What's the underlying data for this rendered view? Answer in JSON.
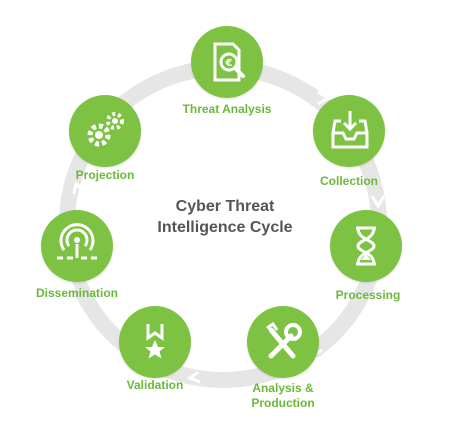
{
  "title_line1": "Cyber Threat",
  "title_line2": "Intelligence Cycle",
  "accent_color": "#7dc242",
  "label_color": "#6cb83a",
  "ring_color": "#e6e6e6",
  "steps": [
    {
      "label": "Threat Analysis",
      "icon": "search-receipt-icon"
    },
    {
      "label": "Collection",
      "icon": "inbox-download-icon"
    },
    {
      "label": "Processing",
      "icon": "hourglass-icon"
    },
    {
      "label": "Analysis &",
      "label2": "Production",
      "icon": "tools-icon"
    },
    {
      "label": "Validation",
      "icon": "badge-star-icon"
    },
    {
      "label": "Dissemination",
      "icon": "broadcast-icon"
    },
    {
      "label": "Projection",
      "icon": "gears-icon"
    }
  ]
}
